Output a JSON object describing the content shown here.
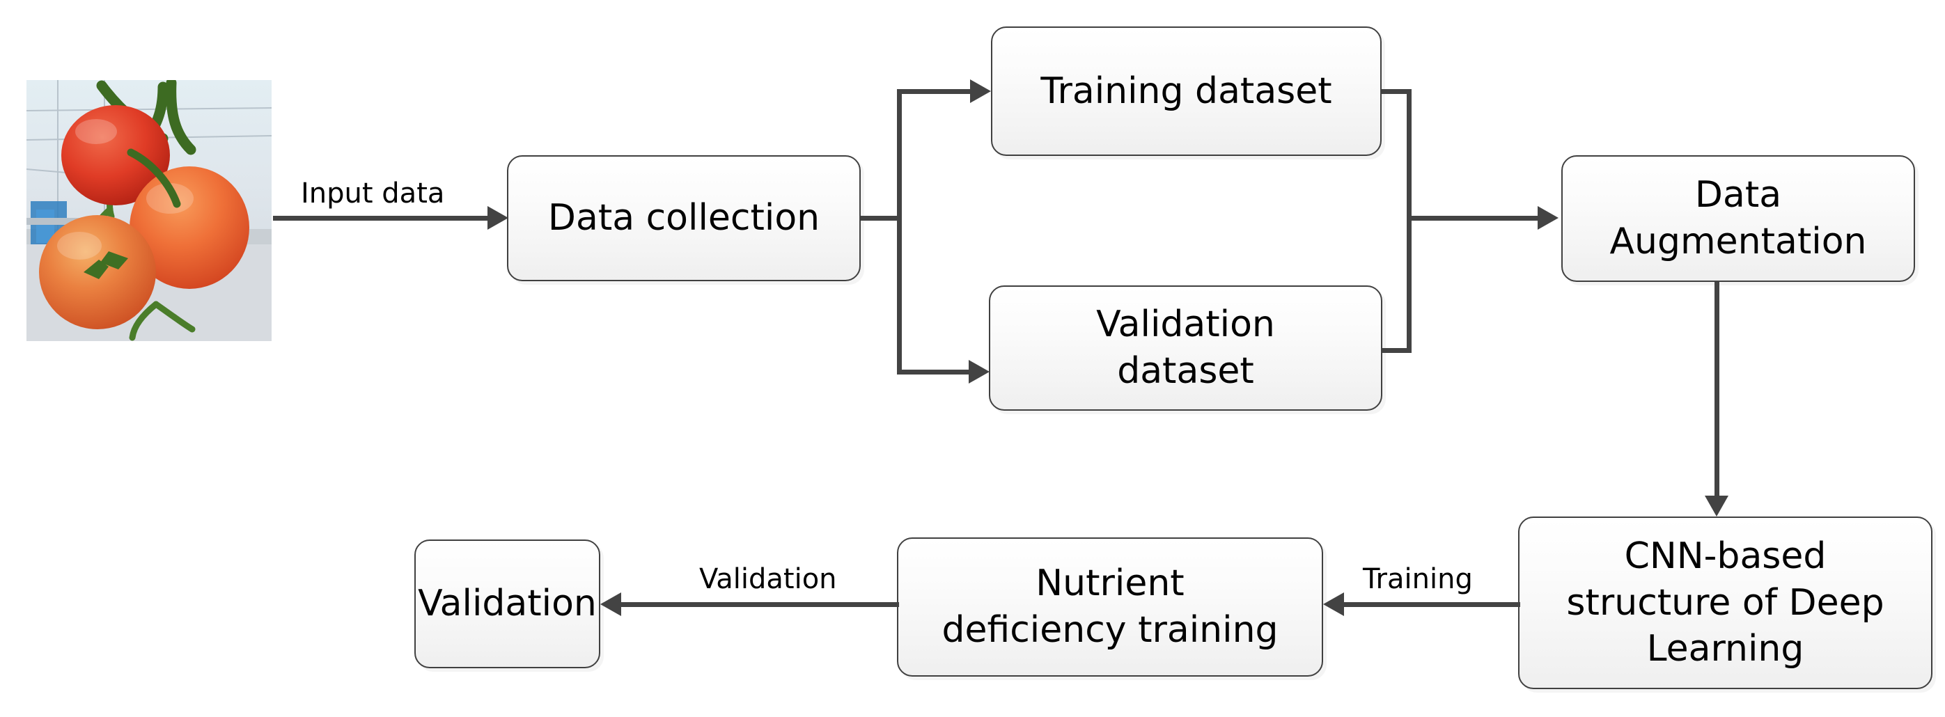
{
  "diagram": {
    "type": "flowchart",
    "title": "Deep learning pipeline for tomato nutrient deficiency detection",
    "style": {
      "node_border_color": "#404040",
      "node_fill_top": "#ffffff",
      "node_fill_bottom": "#efefef",
      "connector_color": "#434343",
      "text_color": "#000000",
      "background": "#ffffff"
    }
  },
  "input_image": {
    "name": "tomato-cluster-photo",
    "description": "Photograph of a cluster of ripening tomatoes on the vine inside a greenhouse"
  },
  "nodes": [
    {
      "id": "data-collection",
      "label": "Data collection"
    },
    {
      "id": "training-dataset",
      "label": "Training dataset"
    },
    {
      "id": "validation-dataset",
      "label": "Validation\ndataset"
    },
    {
      "id": "data-augmentation",
      "label": "Data\nAugmentation"
    },
    {
      "id": "cnn-structure",
      "label": "CNN-based\nstructure of Deep\nLearning"
    },
    {
      "id": "nutrient-training",
      "label": "Nutrient\ndeficiency training"
    },
    {
      "id": "validation",
      "label": "Validation"
    }
  ],
  "edges": [
    {
      "id": "input-data",
      "label": "Input data",
      "from": "tomato-cluster-photo",
      "to": "data-collection",
      "direction": "right"
    },
    {
      "id": "split-training",
      "label": "",
      "from": "data-collection",
      "to": "training-dataset",
      "direction": "right"
    },
    {
      "id": "split-validation",
      "label": "",
      "from": "data-collection",
      "to": "validation-dataset",
      "direction": "right"
    },
    {
      "id": "merge-augment",
      "label": "",
      "from": "training-dataset",
      "to": "data-augmentation",
      "direction": "right"
    },
    {
      "id": "augment-to-cnn",
      "label": "",
      "from": "data-augmentation",
      "to": "cnn-structure",
      "direction": "down"
    },
    {
      "id": "training-edge",
      "label": "Training",
      "from": "cnn-structure",
      "to": "nutrient-training",
      "direction": "left"
    },
    {
      "id": "validation-edge",
      "label": "Validation",
      "from": "nutrient-training",
      "to": "validation",
      "direction": "left"
    }
  ]
}
